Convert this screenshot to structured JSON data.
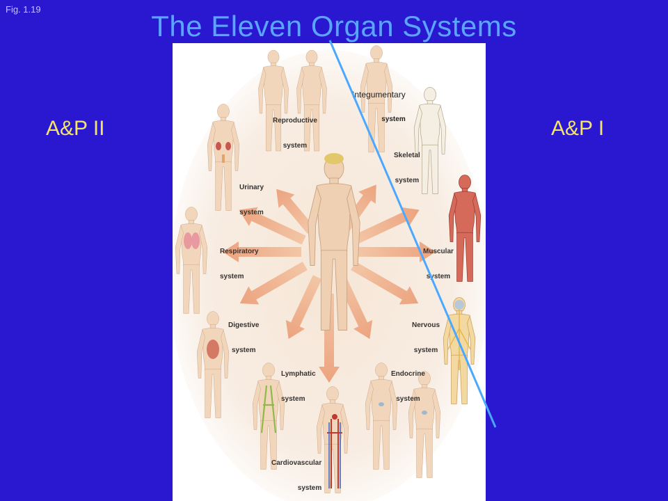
{
  "fig_label": "Fig. 1.19",
  "title": "The Eleven Organ Systems",
  "side_left": "A&P II",
  "side_right": "A&P I",
  "systems": {
    "integumentary": [
      "Integumentary",
      "system"
    ],
    "reproductive": [
      "Reproductive",
      "system"
    ],
    "skeletal": [
      "Skeletal",
      "system"
    ],
    "urinary": [
      "Urinary",
      "system"
    ],
    "respiratory": [
      "Respiratory",
      "system"
    ],
    "muscular": [
      "Muscular",
      "system"
    ],
    "digestive": [
      "Digestive",
      "system"
    ],
    "nervous": [
      "Nervous",
      "system"
    ],
    "lymphatic": [
      "Lymphatic",
      "system"
    ],
    "endocrine": [
      "Endocrine",
      "system"
    ],
    "cardiovascular": [
      "Cardiovascular",
      "system"
    ]
  },
  "colors": {
    "background": "#2a18d0",
    "title": "#5aa6ff",
    "side_labels": "#f4e56a",
    "divider": "#4aa8ff",
    "skin": "#f1d2b4",
    "arrow": "#f0b995"
  }
}
